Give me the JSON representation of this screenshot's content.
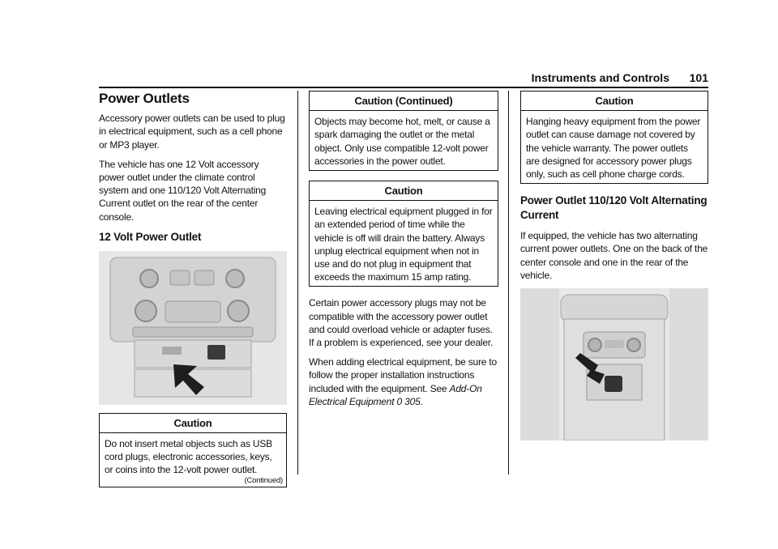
{
  "header": {
    "section_title": "Instruments and Controls",
    "page_number": "101"
  },
  "col1": {
    "title": "Power Outlets",
    "para1": "Accessory power outlets can be used to plug in electrical equipment, such as a cell phone or MP3 player.",
    "para2": "The vehicle has one 12 Volt accessory power outlet under the climate control system and one 110/120 Volt Alternating Current outlet on the rear of the center console.",
    "subheading": "12 Volt Power Outlet",
    "caution_title": "Caution",
    "caution_text": "Do not insert metal objects such as USB cord plugs, electronic accessories, keys, or coins into the 12-volt power outlet.",
    "continued": "(Continued)"
  },
  "col2": {
    "caution1_title": "Caution (Continued)",
    "caution1_text": "Objects may become hot, melt, or cause a spark damaging the outlet or the metal object. Only use compatible 12-volt power accessories in the power outlet.",
    "caution2_title": "Caution",
    "caution2_text": "Leaving electrical equipment plugged in for an extended period of time while the vehicle is off will drain the battery. Always unplug electrical equipment when not in use and do not plug in equipment that exceeds the maximum 15 amp rating.",
    "para1": "Certain power accessory plugs may not be compatible with the accessory power outlet and could overload vehicle or adapter fuses. If a problem is experienced, see your dealer.",
    "para2_pre": "When adding electrical equipment, be sure to follow the proper installation instructions included with the equipment. See ",
    "para2_link": "Add-On Electrical Equipment",
    "para2_ref": "0 305",
    "para2_post": "."
  },
  "col3": {
    "caution_title": "Caution",
    "caution_text": "Hanging heavy equipment from the power outlet can cause damage not covered by the vehicle warranty. The power outlets are designed for accessory power plugs only, such as cell phone charge cords.",
    "subheading": "Power Outlet 110/120 Volt Alternating Current",
    "para1": "If equipped, the vehicle has two alternating current power outlets. One on the back of the center console and one in the rear of the vehicle."
  }
}
